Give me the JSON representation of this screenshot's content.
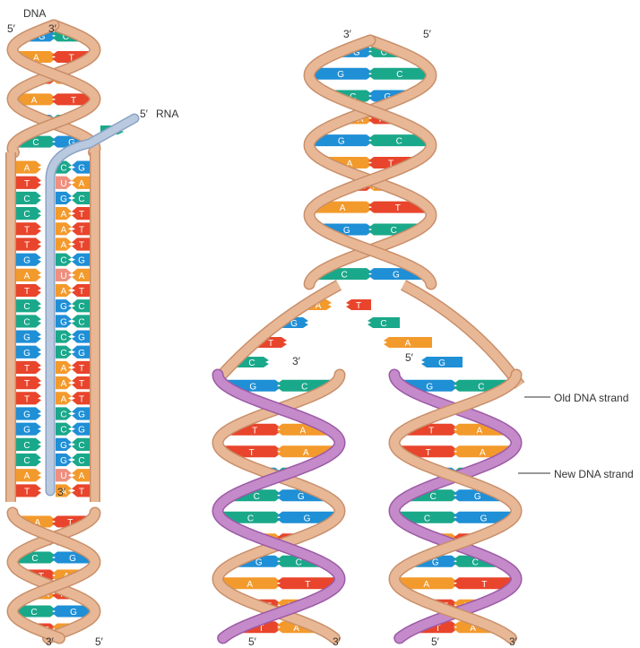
{
  "colors": {
    "backbone_old": "#e8b896",
    "backbone_old_dark": "#c98f6a",
    "backbone_new": "#c58ac9",
    "backbone_new_dark": "#9c5aa6",
    "rna_strand": "#b9c9df",
    "A": "#f39a2c",
    "T": "#e8452c",
    "U": "#ef8f7f",
    "G": "#1f8fd6",
    "C": "#1aa88a"
  },
  "labels": {
    "dna": "DNA",
    "rna": "RNA",
    "five_prime": "5′",
    "three_prime": "3′",
    "old_strand": "Old DNA strand",
    "new_strand": "New DNA strand"
  },
  "transcription": {
    "top_pairs": [
      [
        "G",
        "C"
      ],
      [
        "A",
        "T"
      ],
      [
        "T",
        "A"
      ],
      [
        "A",
        "T"
      ],
      [
        "G",
        "C"
      ],
      [
        "C",
        "G"
      ]
    ],
    "template_bases": [
      "G",
      "A",
      "C",
      "T",
      "T",
      "T",
      "G",
      "A",
      "T",
      "C",
      "C",
      "G",
      "G",
      "T",
      "T",
      "T",
      "G",
      "G",
      "C",
      "C",
      "A",
      "T"
    ],
    "coding_bases": [
      "A",
      "T",
      "C",
      "C",
      "T",
      "T",
      "G",
      "A",
      "T",
      "C",
      "C",
      "G",
      "G",
      "T",
      "T",
      "T",
      "G",
      "G",
      "C",
      "C",
      "A",
      "T"
    ],
    "rna_bases": [
      "C",
      "U",
      "G",
      "A",
      "A",
      "A",
      "C",
      "U",
      "A",
      "G",
      "G",
      "C",
      "C",
      "A",
      "A",
      "A",
      "C",
      "C",
      "G",
      "G",
      "U",
      "A"
    ],
    "bottom_pairs": [
      [
        "A",
        "T"
      ],
      [
        "G",
        "C"
      ],
      [
        "C",
        "G"
      ],
      [
        "T",
        "A"
      ],
      [
        "A",
        "T"
      ],
      [
        "C",
        "G"
      ],
      [
        "T",
        "A"
      ]
    ]
  },
  "replication": {
    "parent_pairs": [
      [
        "G",
        "C"
      ],
      [
        "G",
        "C"
      ],
      [
        "C",
        "G"
      ],
      [
        "A",
        "T"
      ],
      [
        "G",
        "C"
      ],
      [
        "A",
        "T"
      ],
      [
        "T",
        "A"
      ],
      [
        "A",
        "T"
      ],
      [
        "G",
        "C"
      ],
      [
        "T",
        "A"
      ],
      [
        "C",
        "G"
      ]
    ],
    "fork_bases": [
      "A",
      "T",
      "G",
      "C",
      "T",
      "A",
      "C",
      "G"
    ],
    "daughter_left": [
      [
        "G",
        "C"
      ],
      [
        "A",
        "T"
      ],
      [
        "T",
        "A"
      ],
      [
        "T",
        "A"
      ],
      [
        "G",
        "C"
      ],
      [
        "C",
        "G"
      ],
      [
        "C",
        "G"
      ],
      [
        "A",
        "T"
      ],
      [
        "G",
        "C"
      ],
      [
        "A",
        "T"
      ],
      [
        "T",
        "A"
      ],
      [
        "T",
        "A"
      ]
    ],
    "daughter_right": [
      [
        "G",
        "C"
      ],
      [
        "A",
        "T"
      ],
      [
        "T",
        "A"
      ],
      [
        "T",
        "A"
      ],
      [
        "G",
        "C"
      ],
      [
        "C",
        "G"
      ],
      [
        "C",
        "G"
      ],
      [
        "A",
        "T"
      ],
      [
        "G",
        "C"
      ],
      [
        "A",
        "T"
      ],
      [
        "T",
        "A"
      ],
      [
        "T",
        "A"
      ]
    ]
  }
}
